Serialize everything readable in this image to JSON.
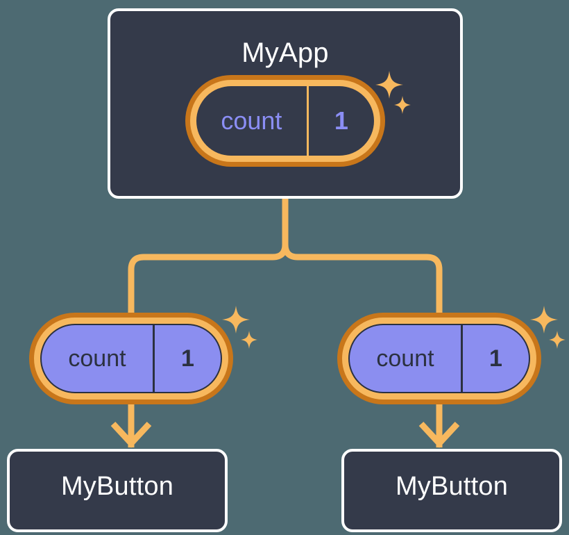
{
  "diagram": {
    "type": "component-tree",
    "title_hidden": "",
    "background_color": "#4d6a72",
    "accent_orange": "#f7b85e",
    "accent_orange_dark": "#c8761a",
    "accent_purple": "#8b8ef0",
    "panel_dark": "#343a4a",
    "border_white": "#ffffff"
  },
  "root": {
    "label": "MyApp",
    "state": {
      "key": "count",
      "value": "1",
      "style": "dark",
      "sparkle_icon": "sparkles-icon"
    }
  },
  "children": [
    {
      "state": {
        "key": "count",
        "value": "1",
        "style": "purple",
        "sparkle_icon": "sparkles-icon"
      },
      "component": {
        "label": "MyButton"
      },
      "arrow_icon": "arrow-down-icon"
    },
    {
      "state": {
        "key": "count",
        "value": "1",
        "style": "purple",
        "sparkle_icon": "sparkles-icon"
      },
      "component": {
        "label": "MyButton"
      },
      "arrow_icon": "arrow-down-icon"
    }
  ],
  "connectors": {
    "trunk_icon": "tree-branch-connector",
    "from": "MyApp",
    "to": [
      "count-pill-left",
      "count-pill-right"
    ],
    "color": "#f7b85e"
  }
}
